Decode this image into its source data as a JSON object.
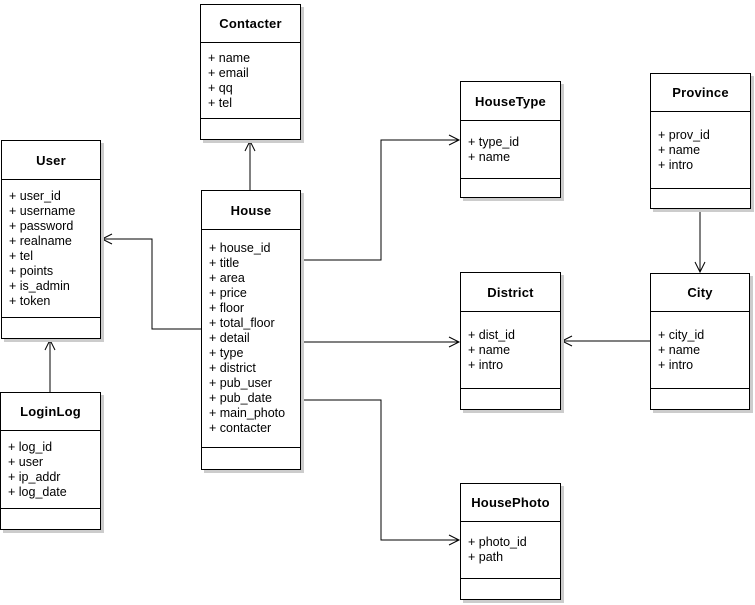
{
  "diagram": {
    "type": "uml-class-diagram",
    "background_color": "#ffffff",
    "line_color": "#000000",
    "box_fill_color": "#ffffff",
    "shadow_color": "#cccccc",
    "classes": [
      {
        "id": "contacter",
        "title": "Contacter",
        "attributes": [
          "+ name",
          "+ email",
          "+ qq",
          "+ tel"
        ],
        "methods": []
      },
      {
        "id": "user",
        "title": "User",
        "attributes": [
          "+ user_id",
          "+ username",
          "+ password",
          "+ realname",
          "+ tel",
          "+ points",
          "+ is_admin",
          "+ token"
        ],
        "methods": []
      },
      {
        "id": "loginlog",
        "title": "LoginLog",
        "attributes": [
          "+ log_id",
          "+ user",
          "+ ip_addr",
          "+ log_date"
        ],
        "methods": []
      },
      {
        "id": "house",
        "title": "House",
        "attributes": [
          "+ house_id",
          "+ title",
          "+ area",
          "+ price",
          "+ floor",
          "+ total_floor",
          "+ detail",
          "+ type",
          "+ district",
          "+ pub_user",
          "+ pub_date",
          "+ main_photo",
          "+ contacter"
        ],
        "methods": []
      },
      {
        "id": "housetype",
        "title": "HouseType",
        "attributes": [
          "+ type_id",
          "+ name"
        ],
        "methods": []
      },
      {
        "id": "province",
        "title": "Province",
        "attributes": [
          "+ prov_id",
          "+ name",
          "+ intro"
        ],
        "methods": []
      },
      {
        "id": "district",
        "title": "District",
        "attributes": [
          "+ dist_id",
          "+ name",
          "+ intro"
        ],
        "methods": []
      },
      {
        "id": "city",
        "title": "City",
        "attributes": [
          "+ city_id",
          "+ name",
          "+ intro"
        ],
        "methods": []
      },
      {
        "id": "housephoto",
        "title": "HousePhoto",
        "attributes": [
          "+ photo_id",
          "+ path"
        ],
        "methods": []
      }
    ],
    "relationships": [
      {
        "from": "house",
        "to": "contacter",
        "arrowhead": "open"
      },
      {
        "from": "loginlog",
        "to": "user",
        "arrowhead": "open"
      },
      {
        "from": "house",
        "to": "user",
        "arrowhead": "open"
      },
      {
        "from": "house",
        "to": "housetype",
        "arrowhead": "open"
      },
      {
        "from": "house",
        "to": "district",
        "arrowhead": "open"
      },
      {
        "from": "city",
        "to": "district",
        "arrowhead": "open"
      },
      {
        "from": "province",
        "to": "city",
        "arrowhead": "open"
      },
      {
        "from": "house",
        "to": "housephoto",
        "arrowhead": "open"
      }
    ]
  }
}
